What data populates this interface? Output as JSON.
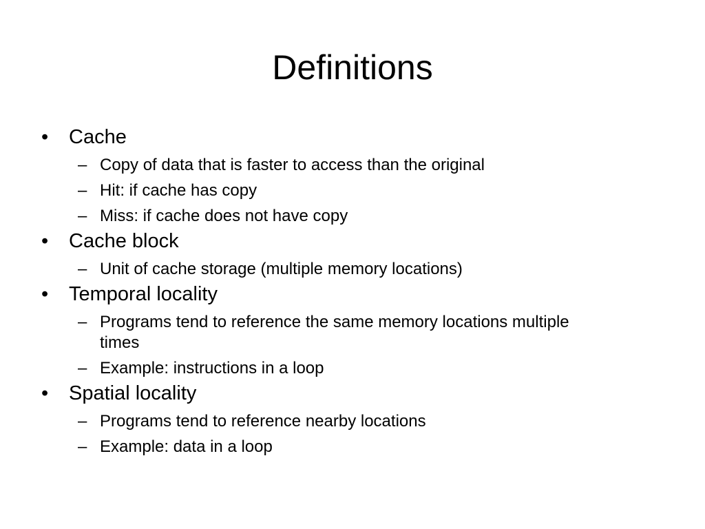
{
  "slide": {
    "title": "Definitions",
    "bullet_glyph": "•",
    "dash_glyph": "–",
    "items": [
      {
        "text": "Cache",
        "sub": [
          "Copy of data that is faster to access than the original",
          "Hit: if cache has copy",
          "Miss: if cache does not have copy"
        ]
      },
      {
        "text": "Cache block",
        "sub": [
          "Unit of cache storage (multiple memory locations)"
        ]
      },
      {
        "text": "Temporal locality",
        "sub": [
          "Programs tend to reference the same memory locations multiple times",
          "Example: instructions in a loop"
        ]
      },
      {
        "text": "Spatial locality",
        "sub": [
          "Programs tend to reference nearby locations",
          "Example: data in a loop"
        ]
      }
    ]
  }
}
